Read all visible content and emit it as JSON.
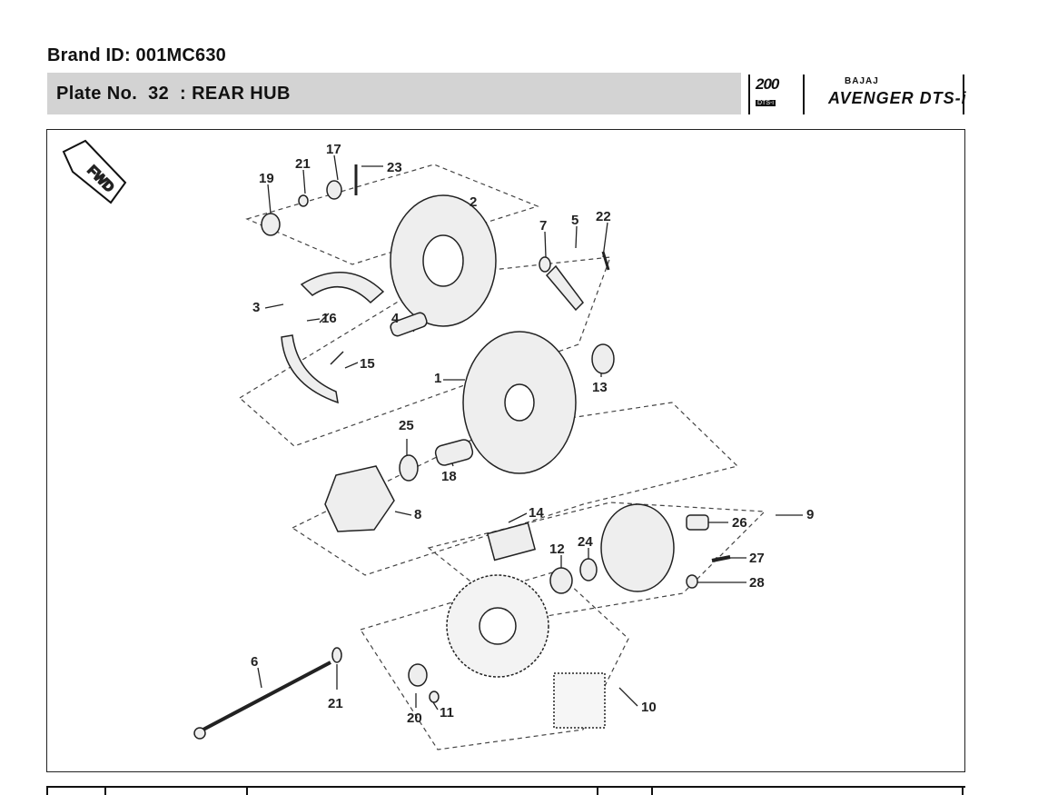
{
  "header": {
    "brand_id": "Brand ID: 001MC630",
    "plate_title": "Plate No.  32  : REAR HUB"
  },
  "logos": {
    "logo_200_big": "200",
    "logo_200_sub": "DTS-i",
    "bajaj_small": "BAJAJ",
    "bajaj_model": "AVENGER DTS-i"
  },
  "diagram": {
    "fwd_label": "FWD",
    "callouts": {
      "c1": "1",
      "c2": "2",
      "c3": "3",
      "c4": "4",
      "c5": "5",
      "c6": "6",
      "c7": "7",
      "c8": "8",
      "c9": "9",
      "c10": "10",
      "c11": "11",
      "c12": "12",
      "c13": "13",
      "c14": "14",
      "c15": "15",
      "c16": "16",
      "c17": "17",
      "c18": "18",
      "c19": "19",
      "c20": "20",
      "c21a": "21",
      "c21b": "21",
      "c22": "22",
      "c23": "23",
      "c24": "24",
      "c25": "25",
      "c26": "26",
      "c27": "27",
      "c28": "28"
    }
  }
}
